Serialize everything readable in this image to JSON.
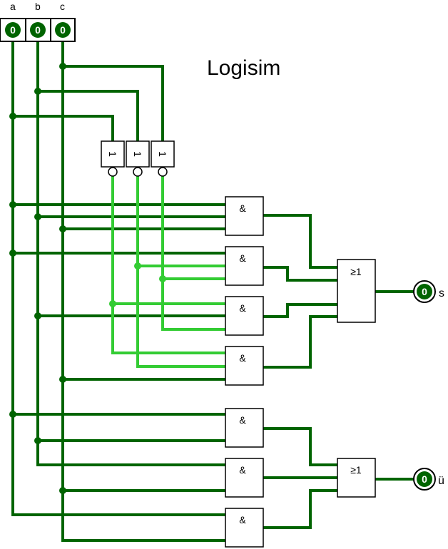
{
  "title": "Logisim",
  "inputs": [
    {
      "label": "a",
      "value": "0"
    },
    {
      "label": "b",
      "value": "0"
    },
    {
      "label": "c",
      "value": "0"
    }
  ],
  "not_gates": [
    {
      "symbol": "1"
    },
    {
      "symbol": "1"
    },
    {
      "symbol": "1"
    }
  ],
  "and_gates": [
    {
      "symbol": "&"
    },
    {
      "symbol": "&"
    },
    {
      "symbol": "&"
    },
    {
      "symbol": "&"
    },
    {
      "symbol": "&"
    },
    {
      "symbol": "&"
    },
    {
      "symbol": "&"
    }
  ],
  "or_gates": [
    {
      "symbol": "≥1"
    },
    {
      "symbol": "≥1"
    }
  ],
  "outputs": [
    {
      "label": "s",
      "value": "0"
    },
    {
      "label": "ü",
      "value": "0"
    }
  ],
  "colors": {
    "wire_low": "#006400",
    "wire_high": "#33cc33",
    "pin_fill": "#006400"
  }
}
